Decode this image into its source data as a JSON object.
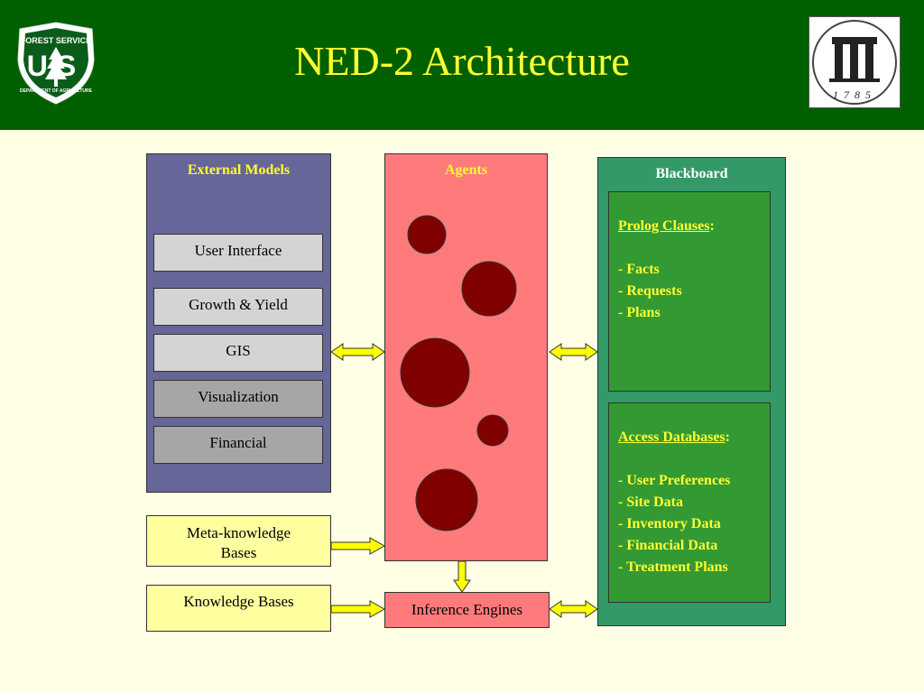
{
  "title": "NED-2 Architecture",
  "logos": {
    "forest_service_arc": "FOREST SERVICE",
    "forest_service_letters": "US",
    "forest_service_bottom": "DEPARTMENT OF AGRICULTURE",
    "uga_year": "1785"
  },
  "external_models": {
    "title": "External Models",
    "modules": [
      "User Interface",
      "Growth & Yield",
      "GIS",
      "Visualization",
      "Financial"
    ]
  },
  "agents": {
    "title": "Agents",
    "agent_count": 5
  },
  "blackboard": {
    "title": "Blackboard",
    "prolog": {
      "header": "Prolog Clauses",
      "items": [
        "- Facts",
        "- Requests",
        "- Plans"
      ]
    },
    "access": {
      "header": "Access Databases",
      "items": [
        "- User Preferences",
        "- Site Data",
        "- Inventory Data",
        "- Financial Data",
        "- Treatment Plans"
      ]
    }
  },
  "meta_knowledge": {
    "line1": "Meta-knowledge",
    "line2": "Bases"
  },
  "knowledge_bases": "Knowledge Bases",
  "inference_engines": "Inference Engines",
  "colors": {
    "header_bg": "#006000",
    "title": "#ffff33",
    "external_models_bg": "#666699",
    "agents_bg": "#ff7b7b",
    "agent_circle": "#800000",
    "blackboard_bg": "#339966",
    "arrow_fill": "#ffff00"
  }
}
